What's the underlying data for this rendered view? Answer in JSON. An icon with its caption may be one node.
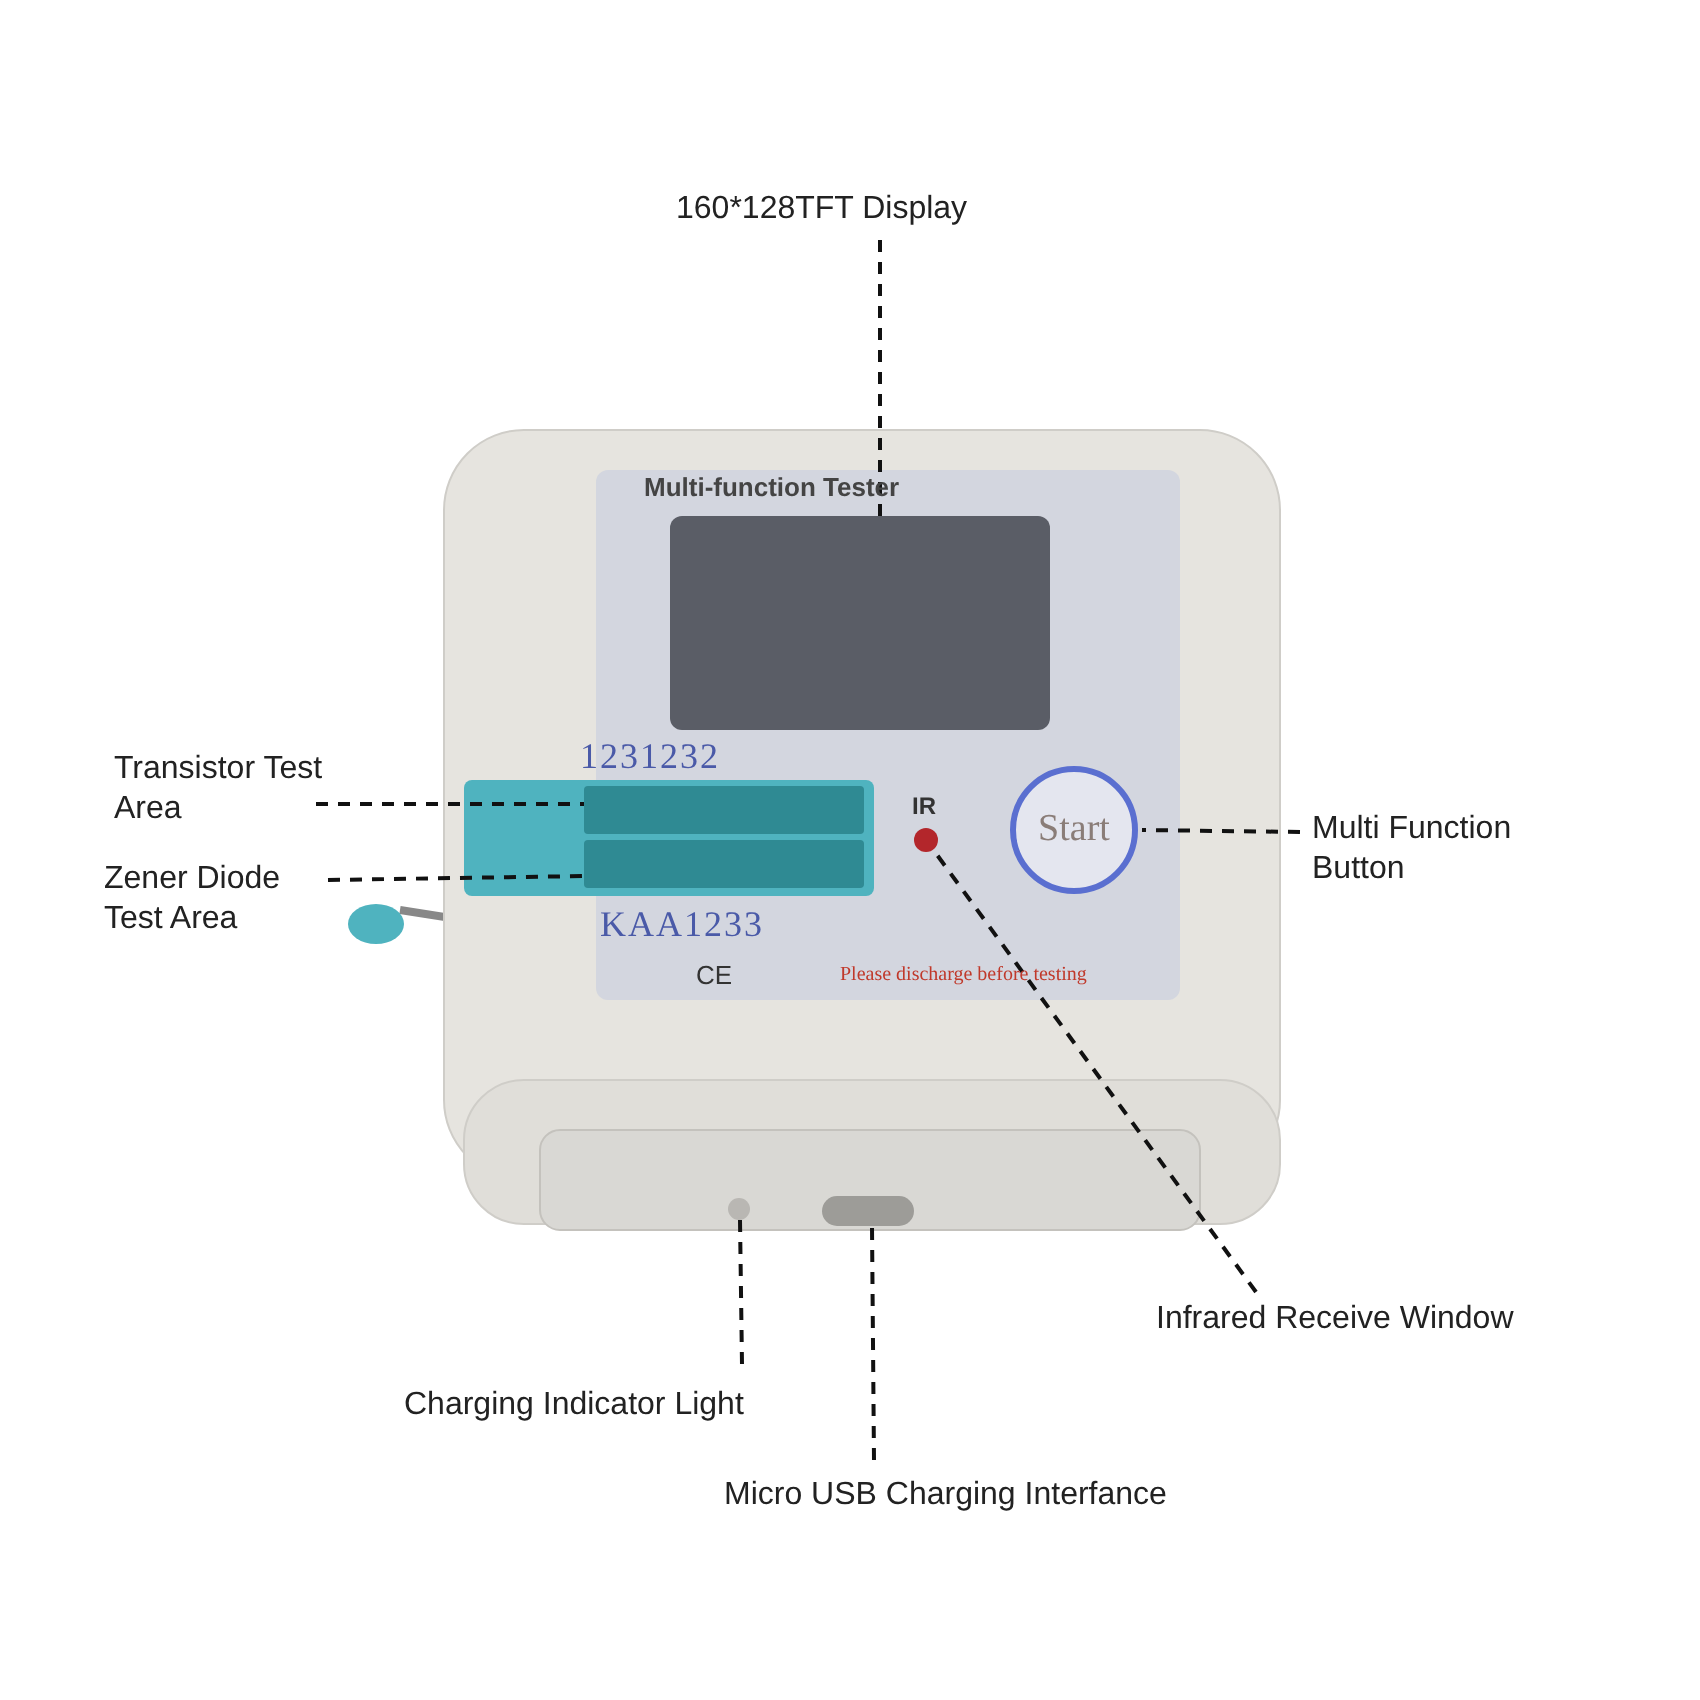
{
  "diagram": {
    "nodes": [
      {
        "text": [
          "160*128TFT Display"
        ]
      },
      {
        "text": [],
        "shape": "box"
      },
      {
        "text": [
          "Transistor Test Area"
        ]
      },
      {
        "text": [
          "Zener Diode Test Area"
        ]
      },
      {
        "text": [],
        "shape": "box"
      },
      {
        "text": [],
        "shape": "box"
      },
      {
        "text": [
          "Multi Function Button"
        ]
      },
      {
        "text": [
          "Start"
        ]
      },
      {
        "text": [],
        "shape": "circle"
      },
      {
        "text": [
          "Infrared Receive Window"
        ]
      },
      {
        "text": [],
        "shape": "circle"
      },
      {
        "text": [],
        "shape": "box"
      },
      {
        "text": [
          "Charging Indicator Light"
        ]
      },
      {
        "text": [
          "Micro USB Charging Interfance"
        ]
      }
    ],
    "edges": [
      {
        "from": 0,
        "to": 1,
        "arrow": "none",
        "style": "dashed"
      },
      {
        "from": 2,
        "to": 4,
        "arrow": "none",
        "style": "dashed"
      },
      {
        "from": 3,
        "to": 5,
        "arrow": "none",
        "style": "dashed"
      },
      {
        "from": 6,
        "to": 7,
        "arrow": "none",
        "style": "dashed"
      },
      {
        "from": 9,
        "to": 8,
        "arrow": "none",
        "style": "dashed"
      },
      {
        "from": 12,
        "to": 10,
        "arrow": "none",
        "style": "dashed"
      },
      {
        "from": 13,
        "to": 11,
        "arrow": "none",
        "style": "dashed"
      }
    ],
    "labels": [
      "Multi-function Tester",
      "1231232",
      "IR",
      "KAA1233",
      "CE",
      "Please discharge before testing"
    ]
  }
}
